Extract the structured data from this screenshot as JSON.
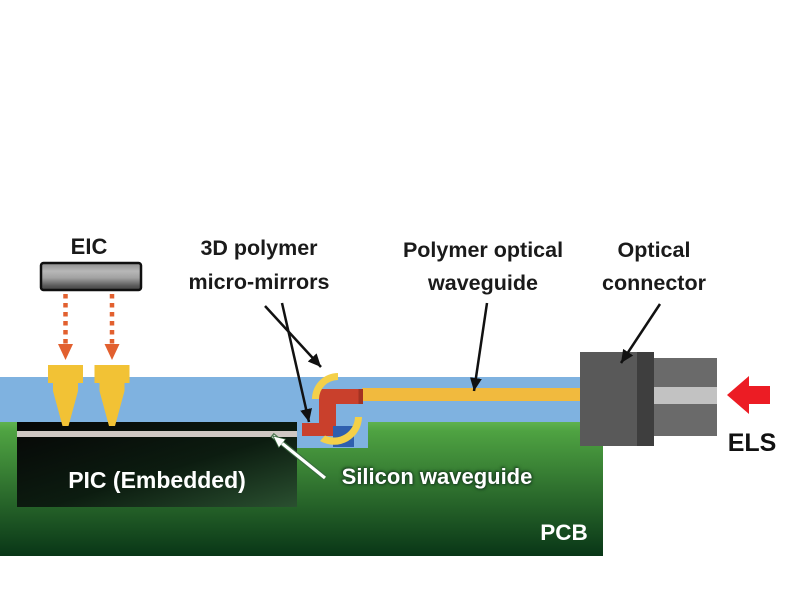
{
  "labels": {
    "eic": "EIC",
    "micro_mirrors_l1": "3D polymer",
    "micro_mirrors_l2": "micro-mirrors",
    "polymer_waveguide_l1": "Polymer optical",
    "polymer_waveguide_l2": "waveguide",
    "optical_connector_l1": "Optical",
    "optical_connector_l2": "connector",
    "pic": "PIC (Embedded)",
    "silicon_waveguide": "Silicon waveguide",
    "pcb": "PCB",
    "els": "ELS"
  },
  "colors": {
    "board_blue": "#7fb2e0",
    "pcb_green_top": "#63b551",
    "pcb_green_mid": "#4fa342",
    "pcb_green_bottom": "#093617",
    "waveguide_yellow": "#f1ba3e",
    "via_yellow": "#f2c235",
    "mirror_red": "#c9402c",
    "mirror_red_dark": "#a33222",
    "mirror_arc_yellow": "#f4d049",
    "mirror_base_blue": "#2f5fae",
    "eic_arrow_orange": "#e2602f",
    "connector_gray": "#595959",
    "connector_edge": "#3e3e3e",
    "fiber_gray": "#6a6a6a",
    "fiber_stripe": "#c2c2c2",
    "els_arrow_red": "#ec1c24",
    "silicon_stripe": "#cfc8c3",
    "text_dark": "#1a1a1a",
    "text_white": "#ffffff"
  }
}
